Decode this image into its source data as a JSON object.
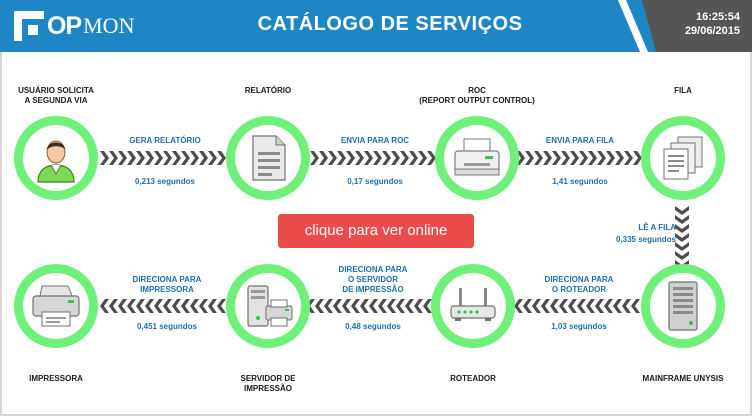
{
  "header": {
    "logo_op": "OP",
    "logo_mon": "MON",
    "title": "CATÁLOGO DE SERVIÇOS",
    "time": "16:25:54",
    "date": "29/06/2015"
  },
  "colors": {
    "header_blue": "#1f86c5",
    "node_ring": "#6ff07a",
    "arrow": "#4d4d4d",
    "cta": "#eb4b4b",
    "step_text": "#1f6fae"
  },
  "nodes": [
    {
      "id": "usuario",
      "label_lines": [
        "USUÁRIO SOLICITA",
        "A SEGUNDA VIA"
      ],
      "icon": "user-icon"
    },
    {
      "id": "relatorio",
      "label_lines": [
        "RELATÓRIO"
      ],
      "icon": "document-icon"
    },
    {
      "id": "roc",
      "label_lines": [
        "ROC",
        "(REPORT OUTPUT CONTROL)"
      ],
      "icon": "printer-icon"
    },
    {
      "id": "fila",
      "label_lines": [
        "FILA"
      ],
      "icon": "documents-stack-icon"
    },
    {
      "id": "mainframe",
      "label_lines": [
        "MAINFRAME UNYSIS"
      ],
      "icon": "server-tower-icon"
    },
    {
      "id": "roteador",
      "label_lines": [
        "ROTEADOR"
      ],
      "icon": "router-icon"
    },
    {
      "id": "servidor",
      "label_lines": [
        "SERVIDOR DE",
        "IMPRESSÃO"
      ],
      "icon": "print-server-icon"
    },
    {
      "id": "impressora",
      "label_lines": [
        "IMPRESSORA"
      ],
      "icon": "printer-device-icon"
    }
  ],
  "steps": [
    {
      "lines": [
        "GERA RELATÓRIO"
      ],
      "time": "0,213 segundos"
    },
    {
      "lines": [
        "ENVIA PARA ROC"
      ],
      "time": "0,17 segundos"
    },
    {
      "lines": [
        "ENVIA PARA FILA"
      ],
      "time": "1,41 segundos"
    },
    {
      "lines": [
        "LÊ A FILA"
      ],
      "time": "0,335 segundos"
    },
    {
      "lines": [
        "DIRECIONA PARA",
        "O ROTEADOR"
      ],
      "time": "1,03 segundos"
    },
    {
      "lines": [
        "DIRECIONA PARA",
        "O SERVIDOR",
        "DE IMPRESSÃO"
      ],
      "time": "0,48 segundos"
    },
    {
      "lines": [
        "DIRECIONA PARA",
        "IMPRESSORA"
      ],
      "time": "0,451 segundos"
    }
  ],
  "cta": {
    "label": "clique para ver online"
  }
}
